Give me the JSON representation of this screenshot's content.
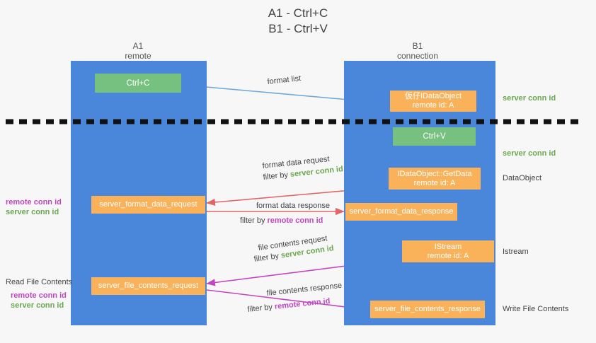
{
  "title": {
    "line1": "A1 - Ctrl+C",
    "line2": "B1 - Ctrl+V"
  },
  "lanes": [
    {
      "name": "A1",
      "sub": "remote"
    },
    {
      "name": "B1",
      "sub": "connection"
    }
  ],
  "boxes": {
    "ctrl_c": "Ctrl+C",
    "ctrl_v": "Ctrl+V",
    "idataobject": {
      "line1": "仮仔IDataObject",
      "line2": "remote id: A"
    },
    "getdata": {
      "line1": "IDataObject::GetData",
      "line2": "remote id: A"
    },
    "istream": {
      "line1": "IStream",
      "line2": "remote id: A"
    },
    "format_data_request": "server_format_data_request",
    "format_data_response": "server_format_data_response",
    "file_contents_request": "server_file_contents_request",
    "file_contents_response": "server_file_contents_response"
  },
  "arrow_labels": {
    "format_list": "format list",
    "format_data_request": "format data request",
    "format_data_request_filter_prefix": "filter by ",
    "format_data_request_filter_key": "server conn id",
    "format_data_response": "format data response",
    "format_data_response_filter_prefix": "filter by ",
    "format_data_response_filter_key": "remote conn id",
    "file_contents_request": "file contents request",
    "file_contents_request_filter_prefix": "filter by ",
    "file_contents_request_filter_key": "server conn id",
    "file_contents_response": "file contents response",
    "file_contents_response_filter_prefix": "filter by ",
    "file_contents_response_filter_key": "remote conn id"
  },
  "right_labels": {
    "server_conn_id_top": "server conn id",
    "server_conn_id_mid": "server conn id",
    "dataobject": "DataObject",
    "istream": "Istream",
    "write_file_contents": "Write File Contents"
  },
  "left_labels": {
    "remote_conn_id_1": "remote conn id",
    "server_conn_id_1": "server conn id",
    "read_file_contents": "Read File Contents",
    "remote_conn_id_2": "remote conn id",
    "server_conn_id_2": "server conn id"
  },
  "colors": {
    "lane": "#4a86d9",
    "green_box": "#77c180",
    "orange_box": "#f9b25a",
    "green_text": "#6aa84f",
    "magenta_text": "#c246c2",
    "red_arrow": "#e06666",
    "magenta_arrow": "#c246c2",
    "blue_arrow": "#6fa8dc",
    "black": "#000000",
    "background": "#f7f7f7"
  }
}
